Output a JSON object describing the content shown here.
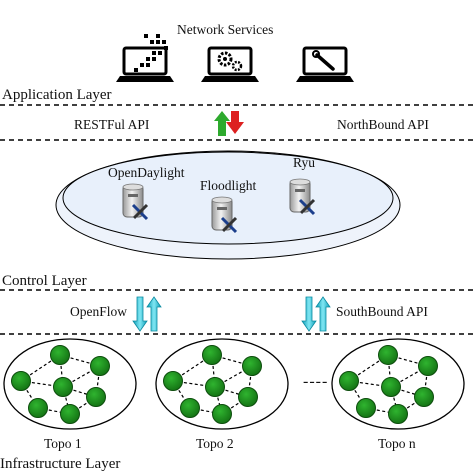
{
  "title": "Network Services",
  "layers": {
    "application": "Application Layer",
    "control": "Control Layer",
    "infrastructure": "Infrastructure Layer"
  },
  "apis": {
    "restful": "RESTFul API",
    "northbound": "NorthBound API",
    "openflow": "OpenFlow",
    "southbound": "SouthBound API"
  },
  "controllers": [
    "OpenDaylight",
    "Floodlight",
    "Ryu"
  ],
  "topologies": [
    "Topo 1",
    "Topo 2",
    "Topo n"
  ],
  "ellipsis": "----",
  "icons": [
    "laptop-grid-icon",
    "laptop-gears-icon",
    "laptop-wrench-icon",
    "server-tools-icon"
  ],
  "colors": {
    "node": "#1a8a1a",
    "up_arrow": "#2eaa2e",
    "down_arrow": "#dd2020",
    "openflow_arrow": "#2bc4dc"
  }
}
